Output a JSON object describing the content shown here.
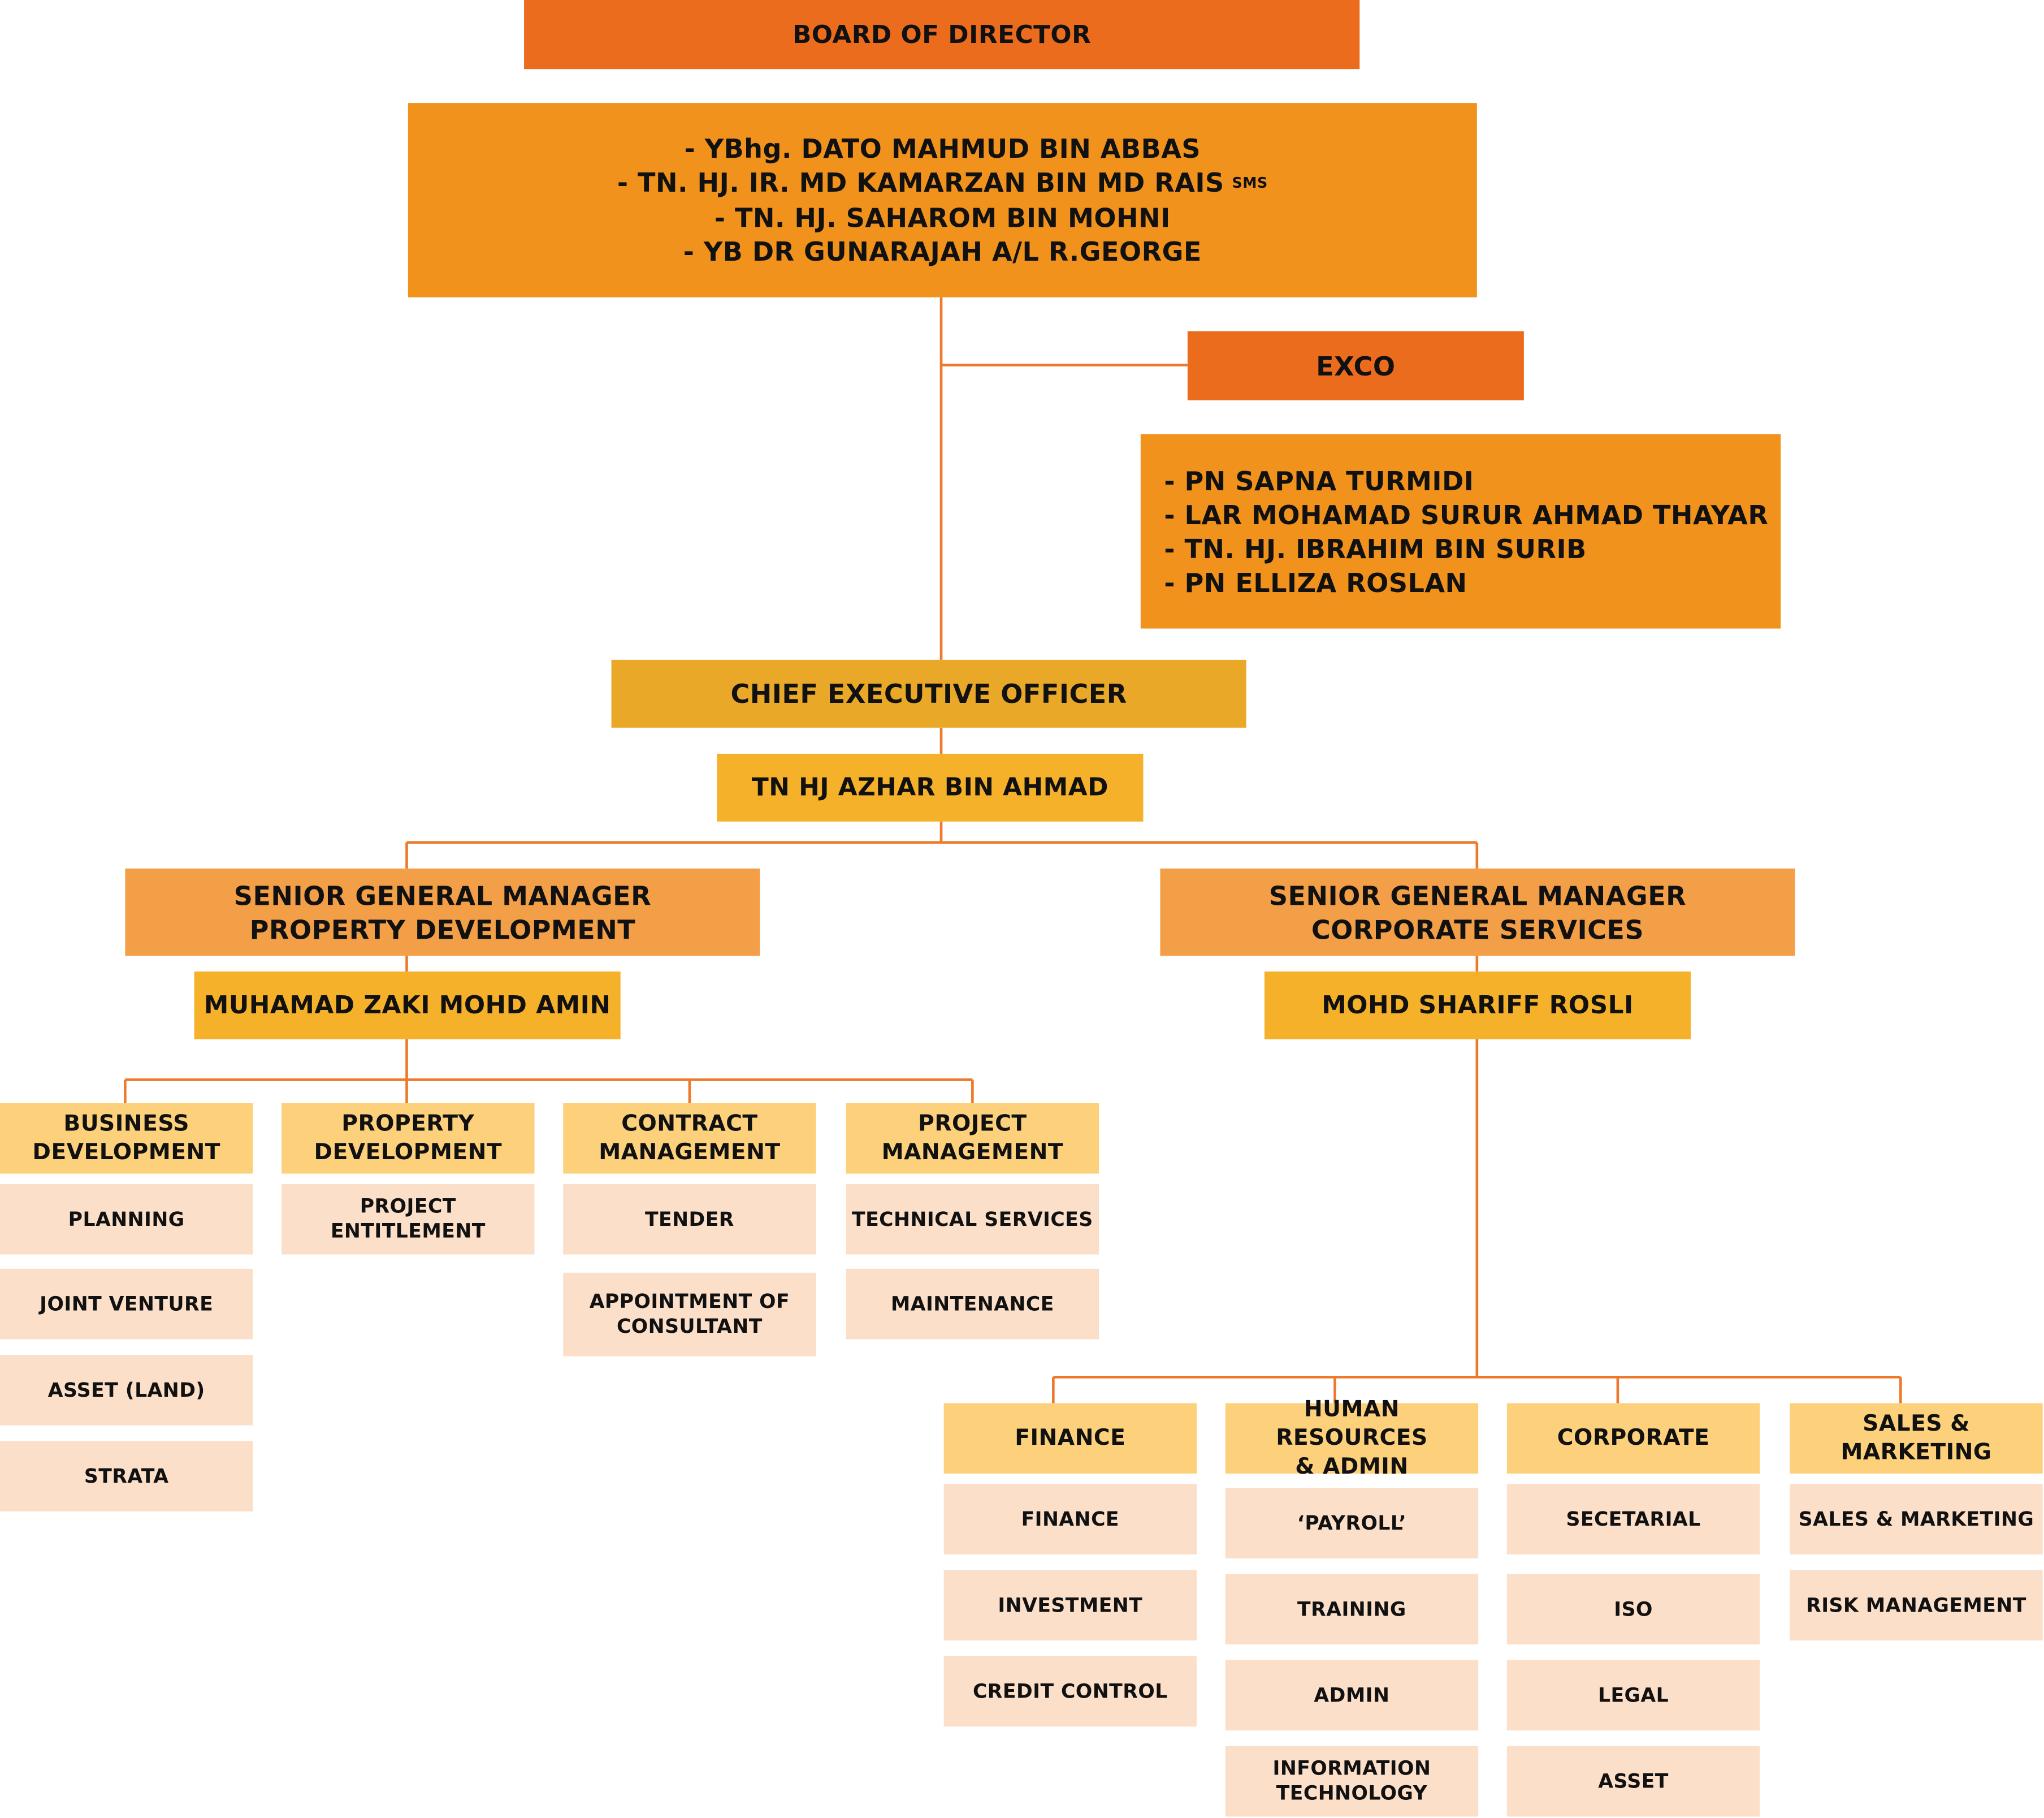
{
  "board": {
    "title": "BOARD OF DIRECTOR",
    "members": [
      "- YBhg. DATO MAHMUD BIN ABBAS",
      "- TN. HJ. IR. MD KAMARZAN BIN MD RAIS",
      "- TN. HJ. SAHAROM BIN MOHNI",
      "- YB DR GUNARAJAH A/L R.GEORGE"
    ],
    "member2_suffix": "SMS"
  },
  "exco": {
    "title": "EXCO",
    "members": [
      "- PN SAPNA TURMIDI",
      "- LAR MOHAMAD SURUR AHMAD THAYAR",
      "- TN. HJ. IBRAHIM BIN SURIB",
      "- PN ELLIZA ROSLAN"
    ]
  },
  "ceo": {
    "title": "CHIEF EXECUTIVE OFFICER",
    "name": "TN HJ AZHAR BIN AHMAD"
  },
  "sgm_property": {
    "title_line1": "SENIOR GENERAL MANAGER",
    "title_line2": "PROPERTY DEVELOPMENT",
    "name": "MUHAMAD ZAKI MOHD AMIN",
    "departments": [
      {
        "line1": "BUSINESS",
        "line2": "DEVELOPMENT",
        "units": [
          [
            "PLANNING"
          ],
          [
            "JOINT VENTURE"
          ],
          [
            "ASSET (LAND)"
          ],
          [
            "STRATA"
          ]
        ]
      },
      {
        "line1": "PROPERTY",
        "line2": "DEVELOPMENT",
        "units": [
          [
            "PROJECT",
            "ENTITLEMENT"
          ]
        ]
      },
      {
        "line1": "CONTRACT",
        "line2": "MANAGEMENT",
        "units": [
          [
            "TENDER"
          ],
          [
            "APPOINTMENT OF",
            "CONSULTANT"
          ]
        ]
      },
      {
        "line1": "PROJECT",
        "line2": "MANAGEMENT",
        "units": [
          [
            "TECHNICAL SERVICES"
          ],
          [
            "MAINTENANCE"
          ]
        ]
      }
    ]
  },
  "sgm_corporate": {
    "title_line1": "SENIOR GENERAL MANAGER",
    "title_line2": "CORPORATE SERVICES",
    "name": "MOHD SHARIFF ROSLI",
    "departments": [
      {
        "line1": "FINANCE",
        "line2": "",
        "units": [
          [
            "FINANCE"
          ],
          [
            "INVESTMENT"
          ],
          [
            "CREDIT CONTROL"
          ]
        ]
      },
      {
        "line1": "HUMAN RESOURCES",
        "line2": "& ADMIN",
        "units": [
          [
            "‘PAYROLL’"
          ],
          [
            "TRAINING"
          ],
          [
            "ADMIN"
          ],
          [
            "INFORMATION",
            "TECHNOLOGY"
          ]
        ]
      },
      {
        "line1": "CORPORATE",
        "line2": "",
        "units": [
          [
            "SECETARIAL"
          ],
          [
            "ISO"
          ],
          [
            "LEGAL"
          ],
          [
            "ASSET"
          ]
        ]
      },
      {
        "line1": "SALES &",
        "line2": "MARKETING",
        "units": [
          [
            "SALES & MARKETING"
          ],
          [
            "RISK MANAGEMENT"
          ]
        ]
      }
    ]
  },
  "colors": {
    "board_header": "#ec6c1e",
    "board_members": "#f0921c",
    "ceo_title": "#e9a828",
    "person_name": "#f6b12a",
    "sgm_title": "#f29f47",
    "department": "#fdd17c",
    "unit": "#fbdfc9",
    "connector": "#ec7a2a"
  }
}
